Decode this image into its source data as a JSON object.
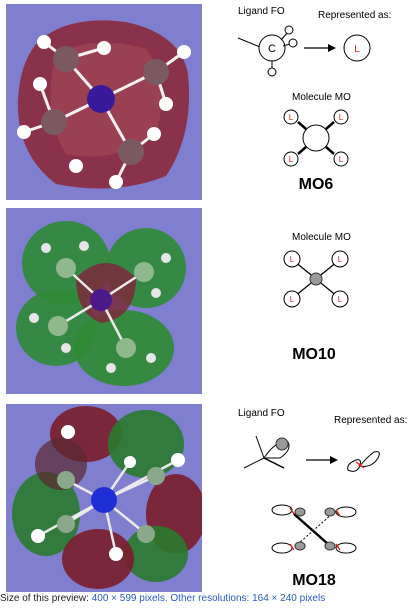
{
  "panel1": {
    "ligand_fo_label": "Ligand FO",
    "represented_label": "Represented as:",
    "carbon_letter": "C",
    "ligand_letter": "L",
    "molecule_mo_label": "Molecule MO",
    "mo_name": "MO6"
  },
  "panel2": {
    "molecule_mo_label": "Molecule MO",
    "ligand_letter": "L",
    "mo_name": "MO10"
  },
  "panel3": {
    "ligand_fo_label": "Ligand FO",
    "represented_label": "Represented as:",
    "mo_name": "MO18"
  },
  "caption": {
    "prefix": "Size of this preview:",
    "size_text": "400 × 599 pixels. Other resolutions:",
    "res_text": "164 × 240 pixels"
  },
  "colors": {
    "panel_bg": "#7f7ecf",
    "mo6_lobe": "#8c2a3c",
    "mo10_lobe": "#2f8a35",
    "mo18_red": "#7a1e2a",
    "mo18_green": "#2a7a2e",
    "central_atom": "#3a1a9a",
    "accent_red": "#e0221c"
  }
}
